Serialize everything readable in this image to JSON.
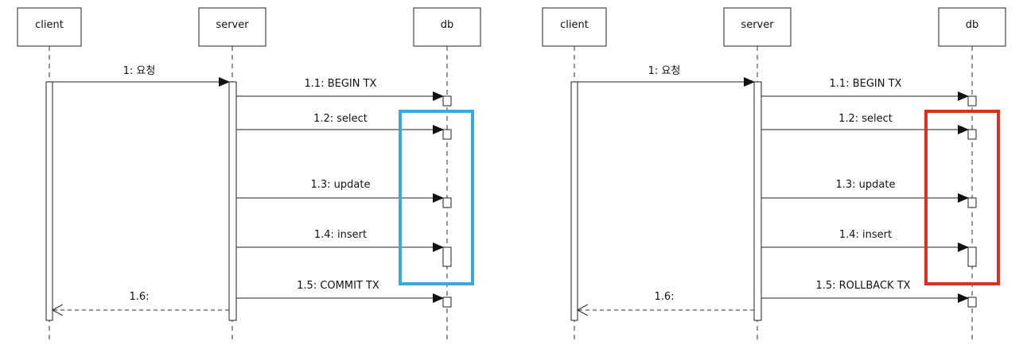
{
  "colors": {
    "line": "#222222",
    "commit_frame": "#3aa8dd",
    "rollback_frame": "#d7321f"
  },
  "diagrams": [
    {
      "frame_color": "commit",
      "participants": {
        "client": "client",
        "server": "server",
        "db": "db"
      },
      "messages": {
        "m1": "1: 요청",
        "m11": "1.1: BEGIN TX",
        "m12": "1.2: select",
        "m13": "1.3: update",
        "m14": "1.4: insert",
        "m15": "1.5: COMMIT TX",
        "m16": "1.6:"
      }
    },
    {
      "frame_color": "rollback",
      "participants": {
        "client": "client",
        "server": "server",
        "db": "db"
      },
      "messages": {
        "m1": "1: 요청",
        "m11": "1.1: BEGIN TX",
        "m12": "1.2: select",
        "m13": "1.3: update",
        "m14": "1.4: insert",
        "m15": "1.5: ROLLBACK TX",
        "m16": "1.6:"
      }
    }
  ]
}
